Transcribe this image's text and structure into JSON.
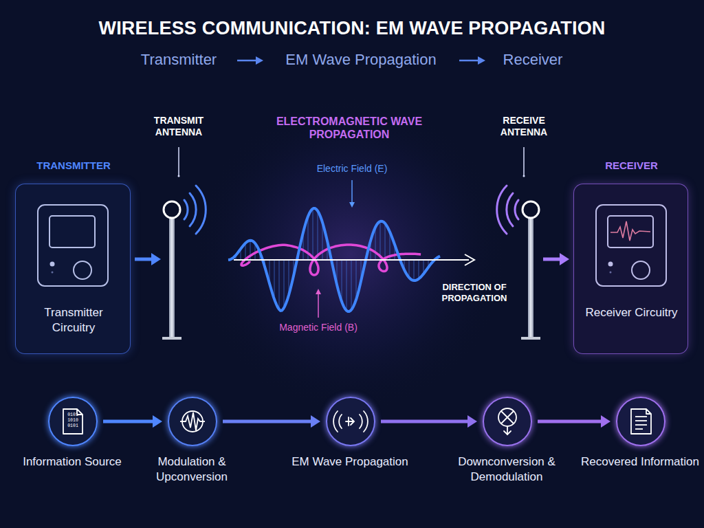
{
  "diagram": {
    "title": "WIRELESS COMMUNICATION: EM WAVE PROPAGATION",
    "nodes": [
      {
        "text": [
          "TRANSMITTER",
          "Transmitter Circuitry"
        ]
      },
      {
        "text": [
          "RECEIVER",
          "Receiver Circuitry"
        ]
      },
      {
        "text": [
          "Information Source"
        ]
      },
      {
        "text": [
          "Modulation & Upconversion"
        ]
      },
      {
        "text": [
          "EM Wave Propagation"
        ]
      },
      {
        "text": [
          "Downconversion & Demodulation"
        ]
      },
      {
        "text": [
          "Recovered Information"
        ]
      }
    ],
    "edges": [
      {
        "from": 2,
        "to": 3,
        "arrow": "to"
      },
      {
        "from": 3,
        "to": 4,
        "arrow": "to"
      },
      {
        "from": 4,
        "to": 5,
        "arrow": "to"
      },
      {
        "from": 5,
        "to": 6,
        "arrow": "to"
      }
    ],
    "labels": [
      "Transmitter",
      "EM Wave Propagation",
      "Receiver",
      "TRANSMIT ANTENNA",
      "ELECTROMAGNETIC WAVE PROPAGATION",
      "RECEIVE ANTENNA",
      "Electric Field (E)",
      "DIRECTION OF PROPAGATION",
      "Magnetic Field (B)",
      "0101",
      "1010",
      "0101"
    ]
  }
}
